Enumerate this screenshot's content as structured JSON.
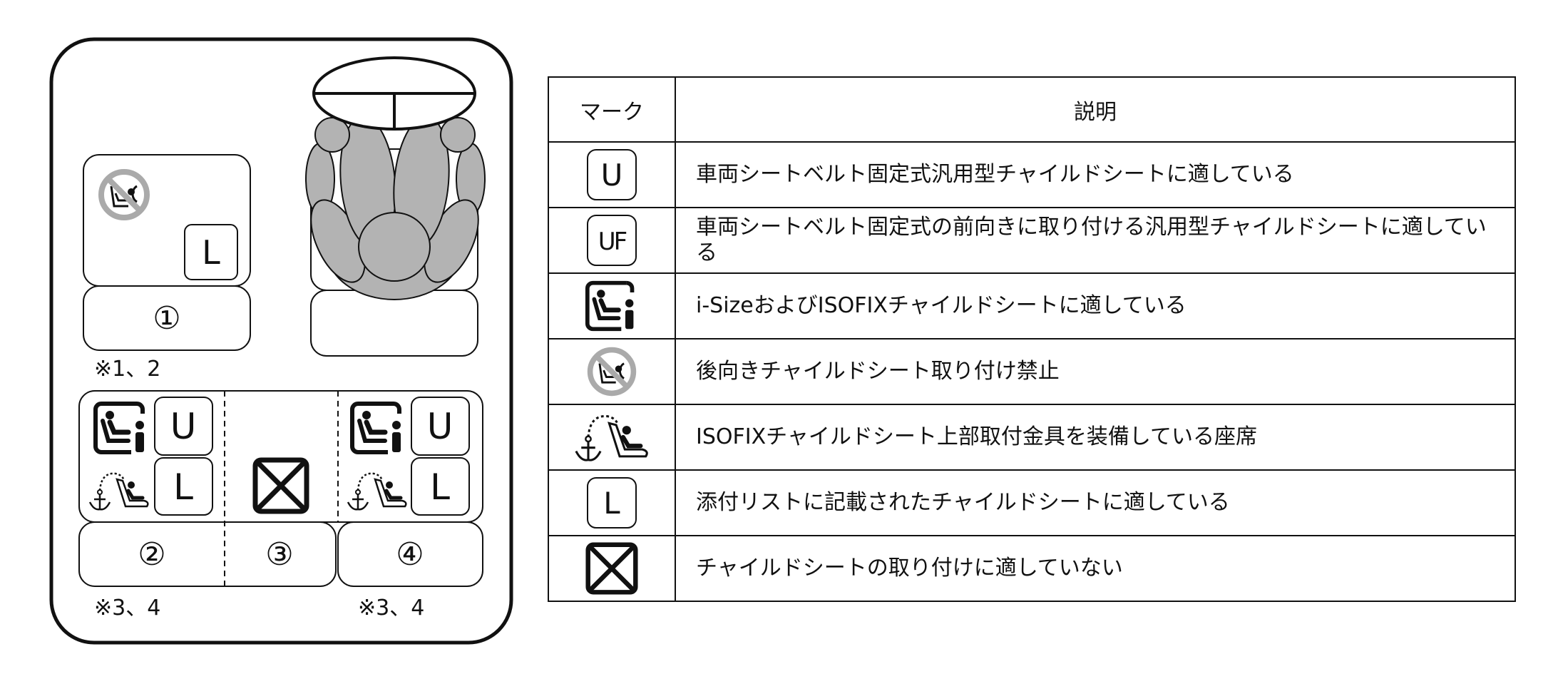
{
  "diagram": {
    "seat_numbers": [
      "①",
      "②",
      "③",
      "④"
    ],
    "notes": {
      "seat1": "※1、2",
      "seat2": "※3、4",
      "seat4": "※3、4"
    },
    "mark_letters": {
      "u": "U",
      "uf": "UF",
      "l": "L"
    }
  },
  "legend": {
    "header": {
      "mark": "マーク",
      "description": "説明"
    },
    "rows": [
      {
        "icon": "universal-belt-icon",
        "mark": "U",
        "description": "車両シートベルト固定式汎用型チャイルドシートに適している"
      },
      {
        "icon": "universal-forward-icon",
        "mark": "UF",
        "description": "車両シートベルト固定式の前向きに取り付ける汎用型チャイルドシートに適している"
      },
      {
        "icon": "isize-isofix-icon",
        "description": "i-SizeおよびISOFIXチャイルドシートに適している"
      },
      {
        "icon": "no-rearward-seat-icon",
        "description": "後向きチャイルドシート取り付け禁止"
      },
      {
        "icon": "top-tether-anchor-icon",
        "description": "ISOFIXチャイルドシート上部取付金具を装備している座席"
      },
      {
        "icon": "listed-seat-icon",
        "mark": "L",
        "description": "添付リストに記載されたチャイルドシートに適している"
      },
      {
        "icon": "not-suitable-icon",
        "description": "チャイルドシートの取り付けに適していない"
      }
    ]
  },
  "colors": {
    "line": "#111111",
    "person_gray": "#b3b3b3",
    "prohibit_gray": "#aaaaaa"
  }
}
